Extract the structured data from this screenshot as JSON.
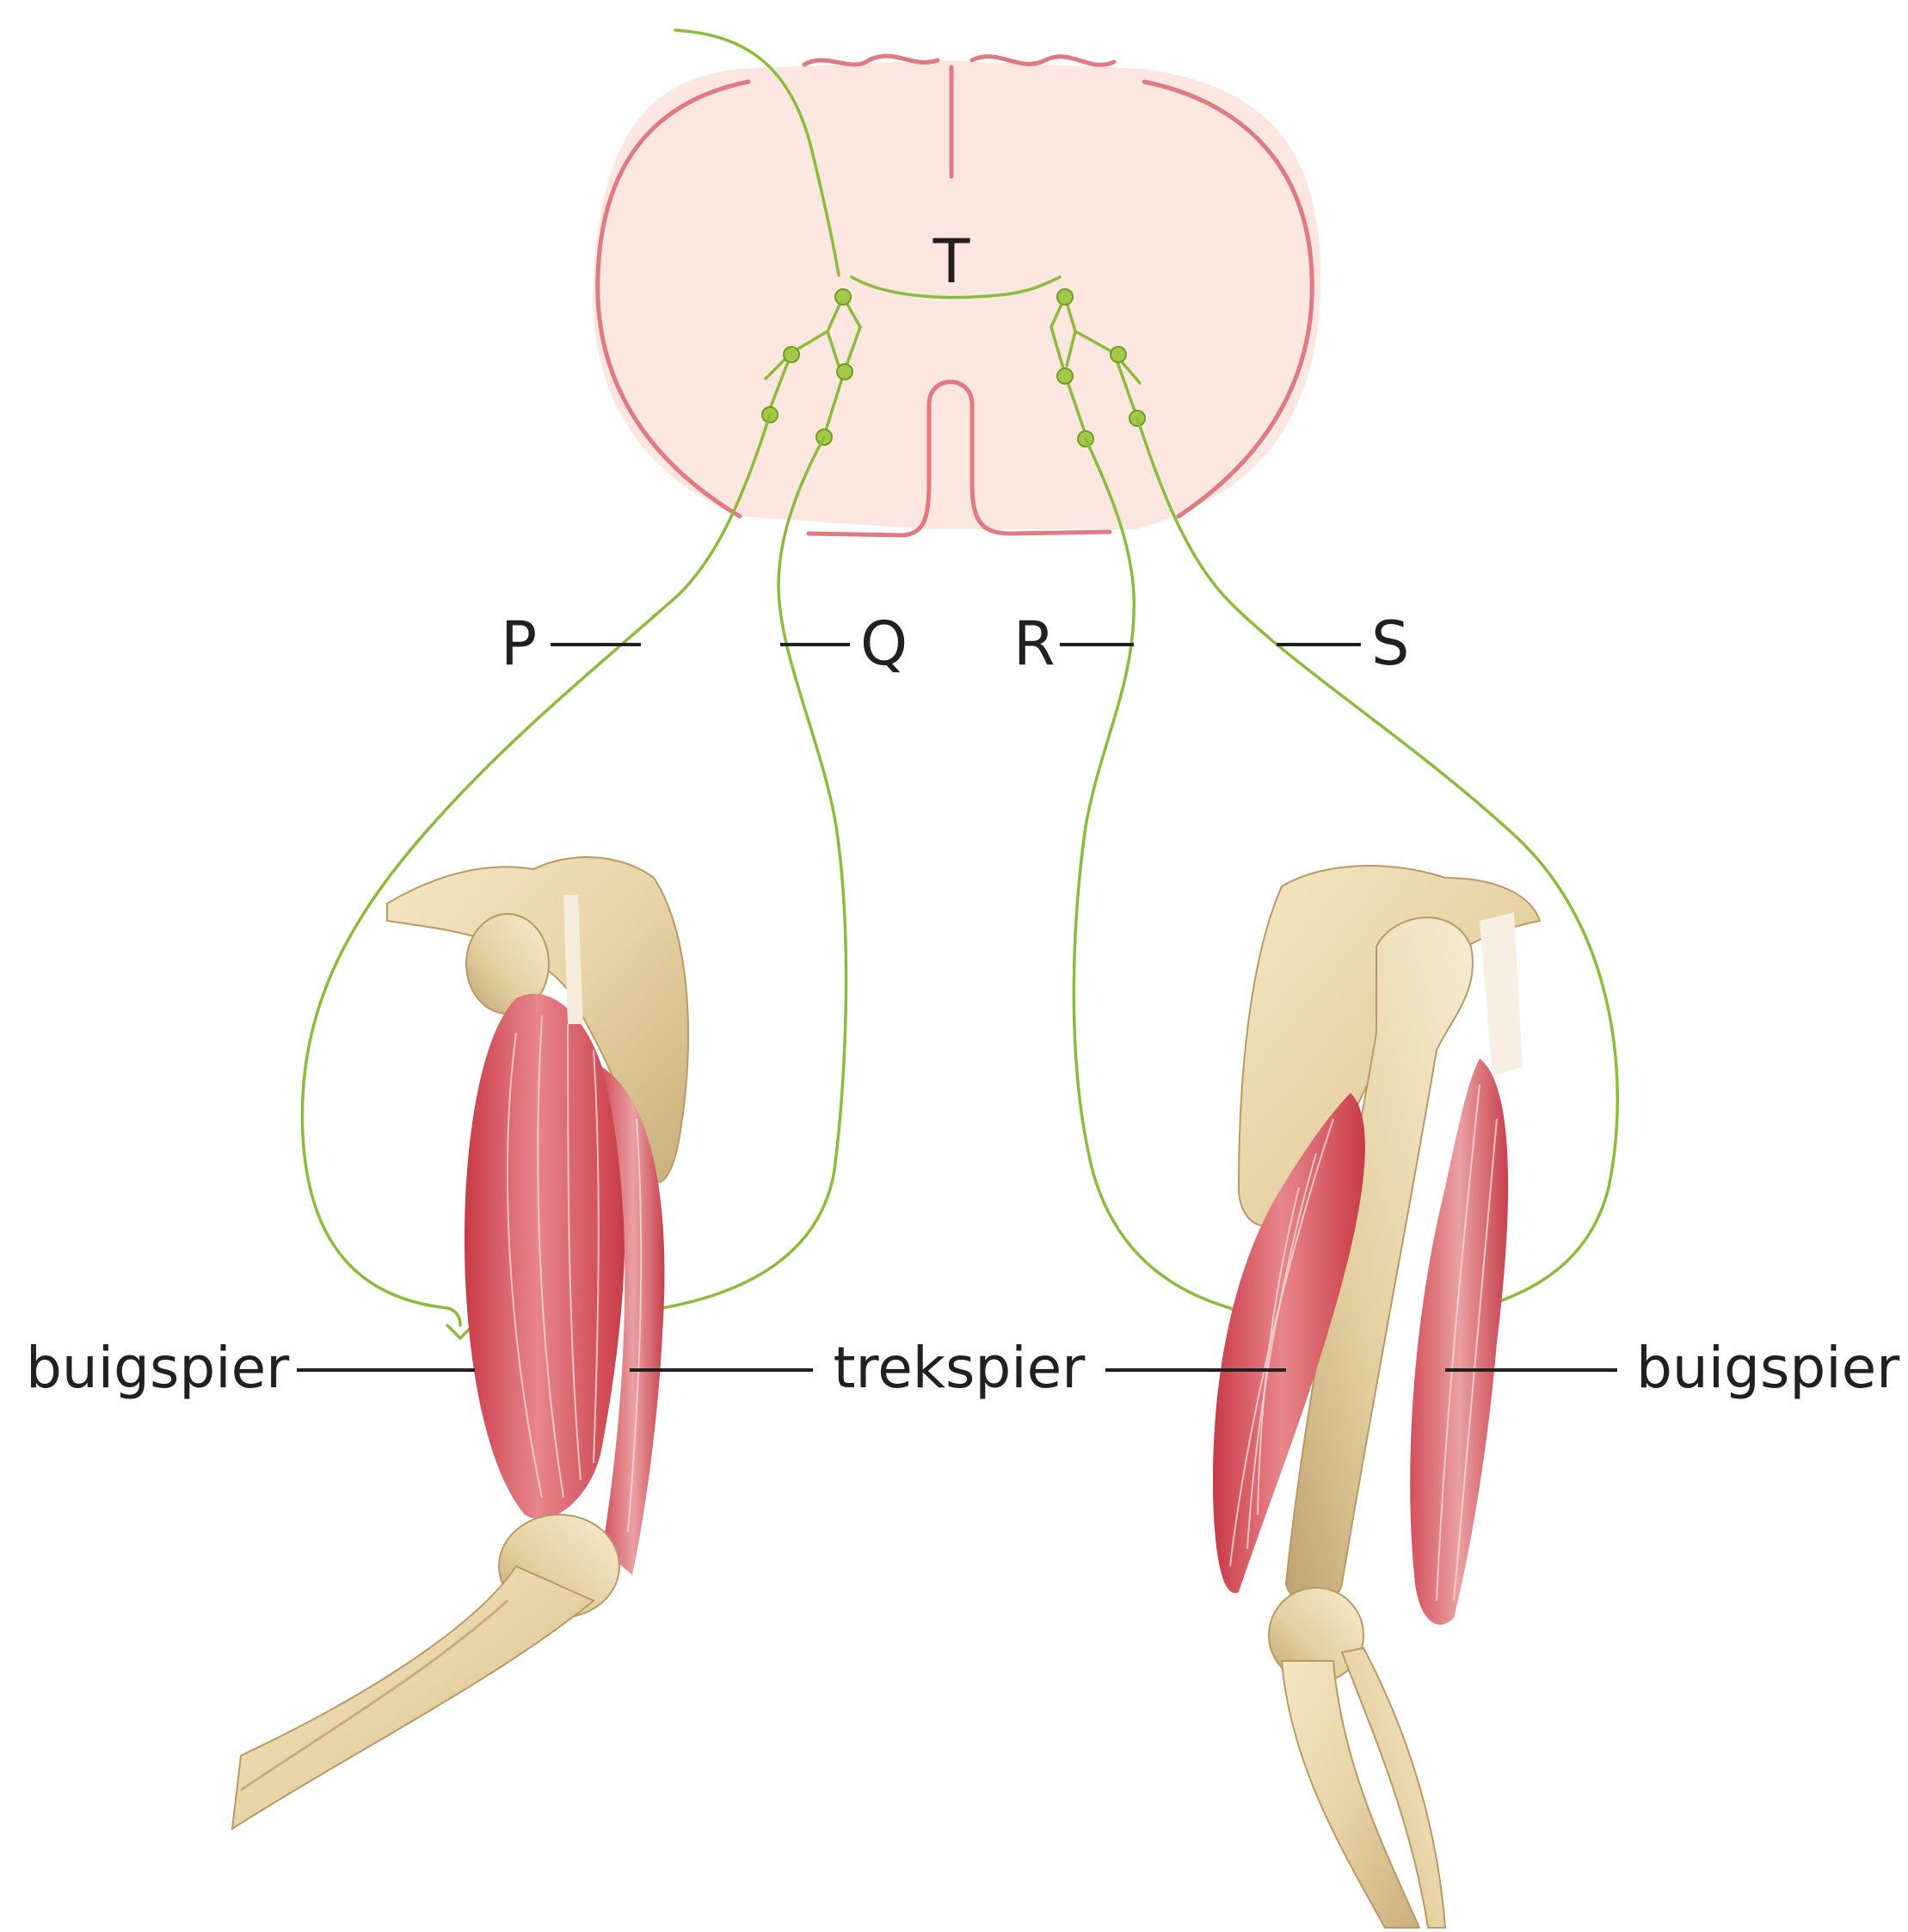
{
  "spinal_cord": {
    "interneuron_label": "T"
  },
  "nerves": {
    "p_label": "P",
    "q_label": "Q",
    "r_label": "R",
    "s_label": "S"
  },
  "muscles": {
    "left_flexor_label": "buigspier",
    "center_extensor_label": "trekspier",
    "right_flexor_label": "buigspier"
  }
}
